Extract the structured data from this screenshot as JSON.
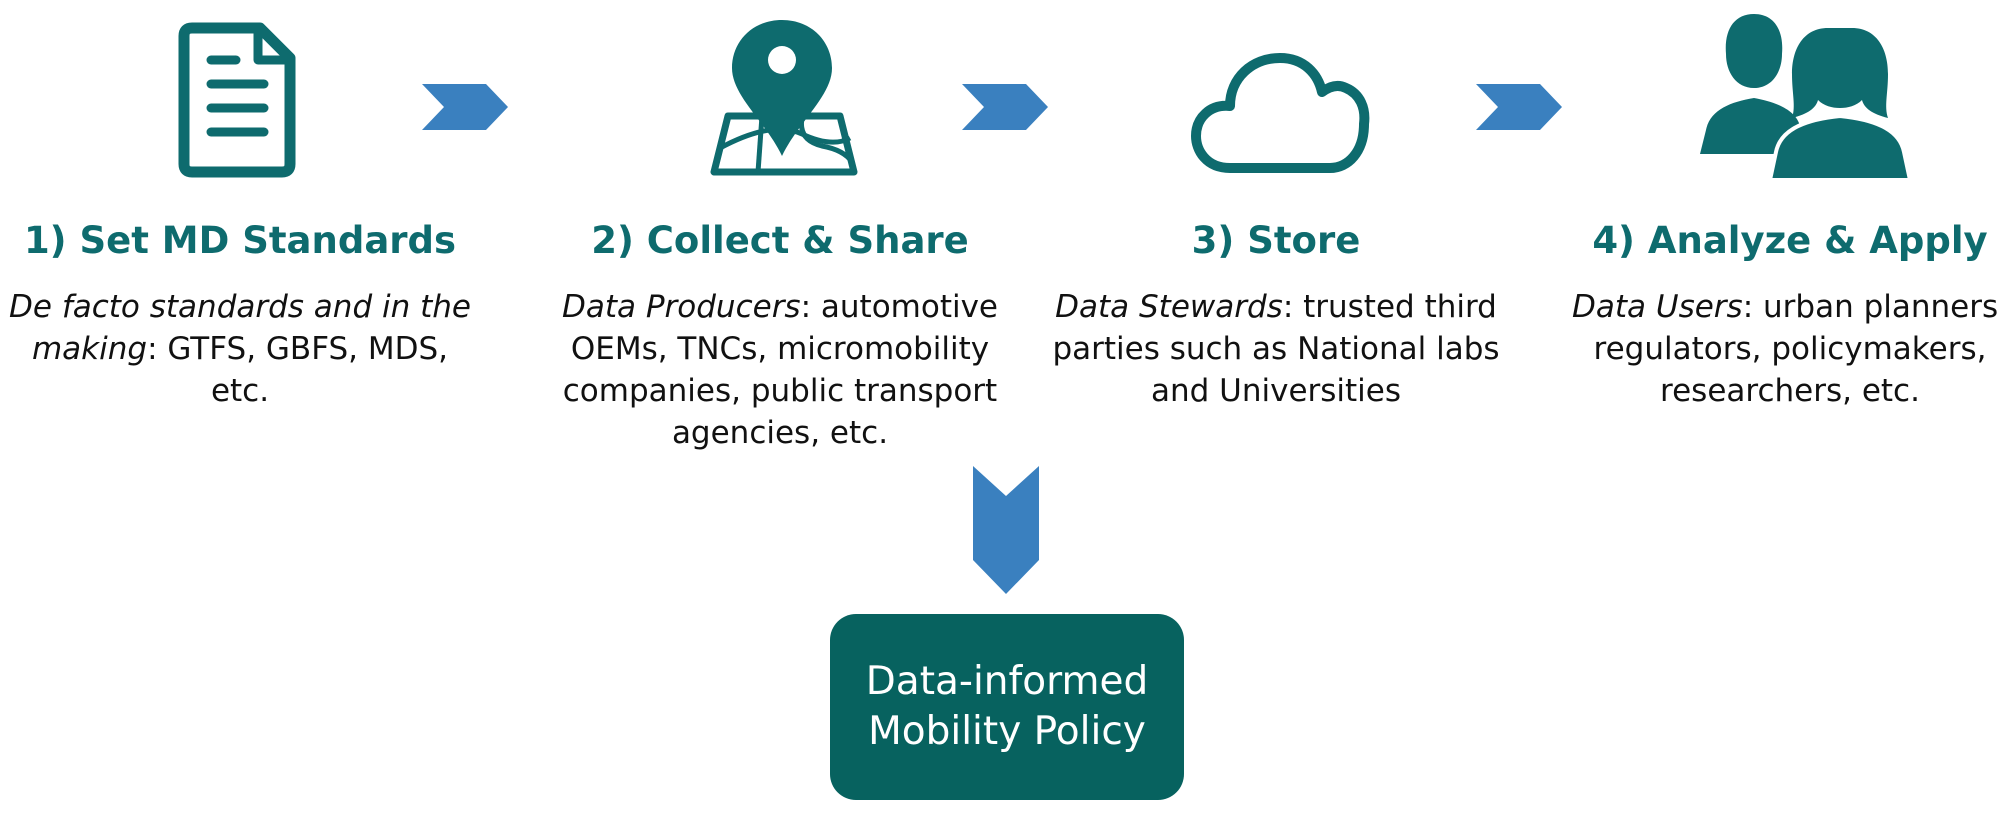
{
  "colors": {
    "teal": "#0e6b6e",
    "arrow_blue": "#3a80bf",
    "box_fill": "#07625f",
    "text": "#111111"
  },
  "stages": [
    {
      "icon": "document-icon",
      "title": "1) Set MD Standards",
      "desc_em": "De facto standards and in the making",
      "desc_rest": ": GTFS, GBFS, MDS, etc."
    },
    {
      "icon": "map-pin-icon",
      "title": "2) Collect & Share",
      "desc_em": "Data Producers",
      "desc_rest": ": automotive OEMs, TNCs, micromobility companies, public transport agencies, etc."
    },
    {
      "icon": "cloud-icon",
      "title": "3) Store",
      "desc_em": "Data Stewards",
      "desc_rest": ": trusted third parties such as National labs and Universities"
    },
    {
      "icon": "users-icon",
      "title": "4) Analyze & Apply",
      "desc_em": "Data Users",
      "desc_rest": ": urban planners, regulators, policymakers, researchers, etc."
    }
  ],
  "result": {
    "line1": "Data-informed",
    "line2": "Mobility Policy"
  }
}
